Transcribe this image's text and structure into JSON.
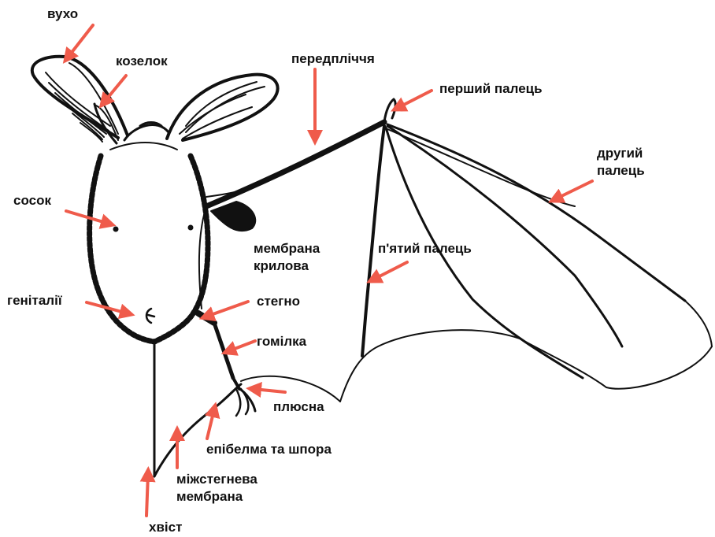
{
  "colors": {
    "ink": "#111111",
    "arrow": "#ef5b4b",
    "background": "#ffffff"
  },
  "labels": {
    "ear": "вухо",
    "tragus": "козелок",
    "forearm": "передпліччя",
    "first_finger": "перший палець",
    "second_finger_line1": "другий",
    "second_finger_line2": "палець",
    "nipple": "сосок",
    "wing_membrane_line1": "мембрана",
    "wing_membrane_line2": "крилова",
    "fifth_finger": "п'ятий палець",
    "genitals": "геніталії",
    "thigh": "стегно",
    "shin": "гомілка",
    "metatarsus": "плюсна",
    "epiblema": "епібелма та шпора",
    "interfemoral_line1": "міжстегнева",
    "interfemoral_line2": "мембрана",
    "tail": "хвіст"
  }
}
